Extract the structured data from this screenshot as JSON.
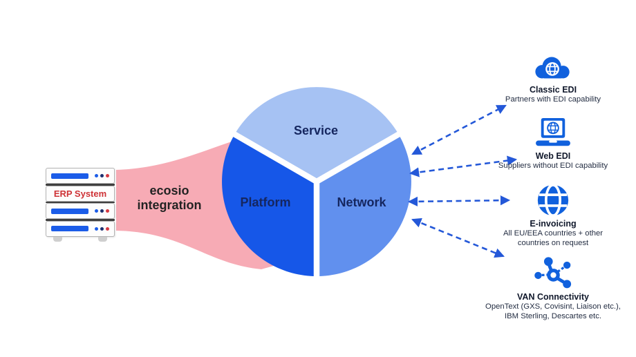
{
  "title": "ecosio integration diagram",
  "colors": {
    "service": "#a6c2f3",
    "platform": "#1657e8",
    "network": "#6190ee",
    "funnel_pink": "#f7abb5",
    "arrow_blue": "#2458d8",
    "icon_blue": "#1161dd",
    "segment_text_navy": "#15265f",
    "erp_red": "#ce3236",
    "erp_bar_blue": "#1b5ce8",
    "erp_dot_navy": "#1c2f6e",
    "erp_dot_red": "#d63a42"
  },
  "erp": {
    "label": "ERP System"
  },
  "funnel": {
    "line1": "ecosio",
    "line2": "integration"
  },
  "circle": {
    "segments": [
      {
        "label": "Service"
      },
      {
        "label": "Platform"
      },
      {
        "label": "Network"
      }
    ]
  },
  "targets": [
    {
      "icon": "cloud-globe-icon",
      "title": "Classic EDI",
      "desc_lines": [
        "Partners with EDI capability"
      ]
    },
    {
      "icon": "laptop-globe-icon",
      "title": "Web EDI",
      "desc_lines": [
        "Suppliers without EDI capability"
      ]
    },
    {
      "icon": "globe-icon",
      "title": "E-invoicing",
      "desc_lines": [
        "All EU/EEA countries + other",
        "countries on request"
      ]
    },
    {
      "icon": "network-hub-icon",
      "title": "VAN Connectivity",
      "desc_lines": [
        "OpenText (GXS, Covisint, Liaison etc.),",
        "IBM Sterling, Descartes etc."
      ]
    }
  ]
}
